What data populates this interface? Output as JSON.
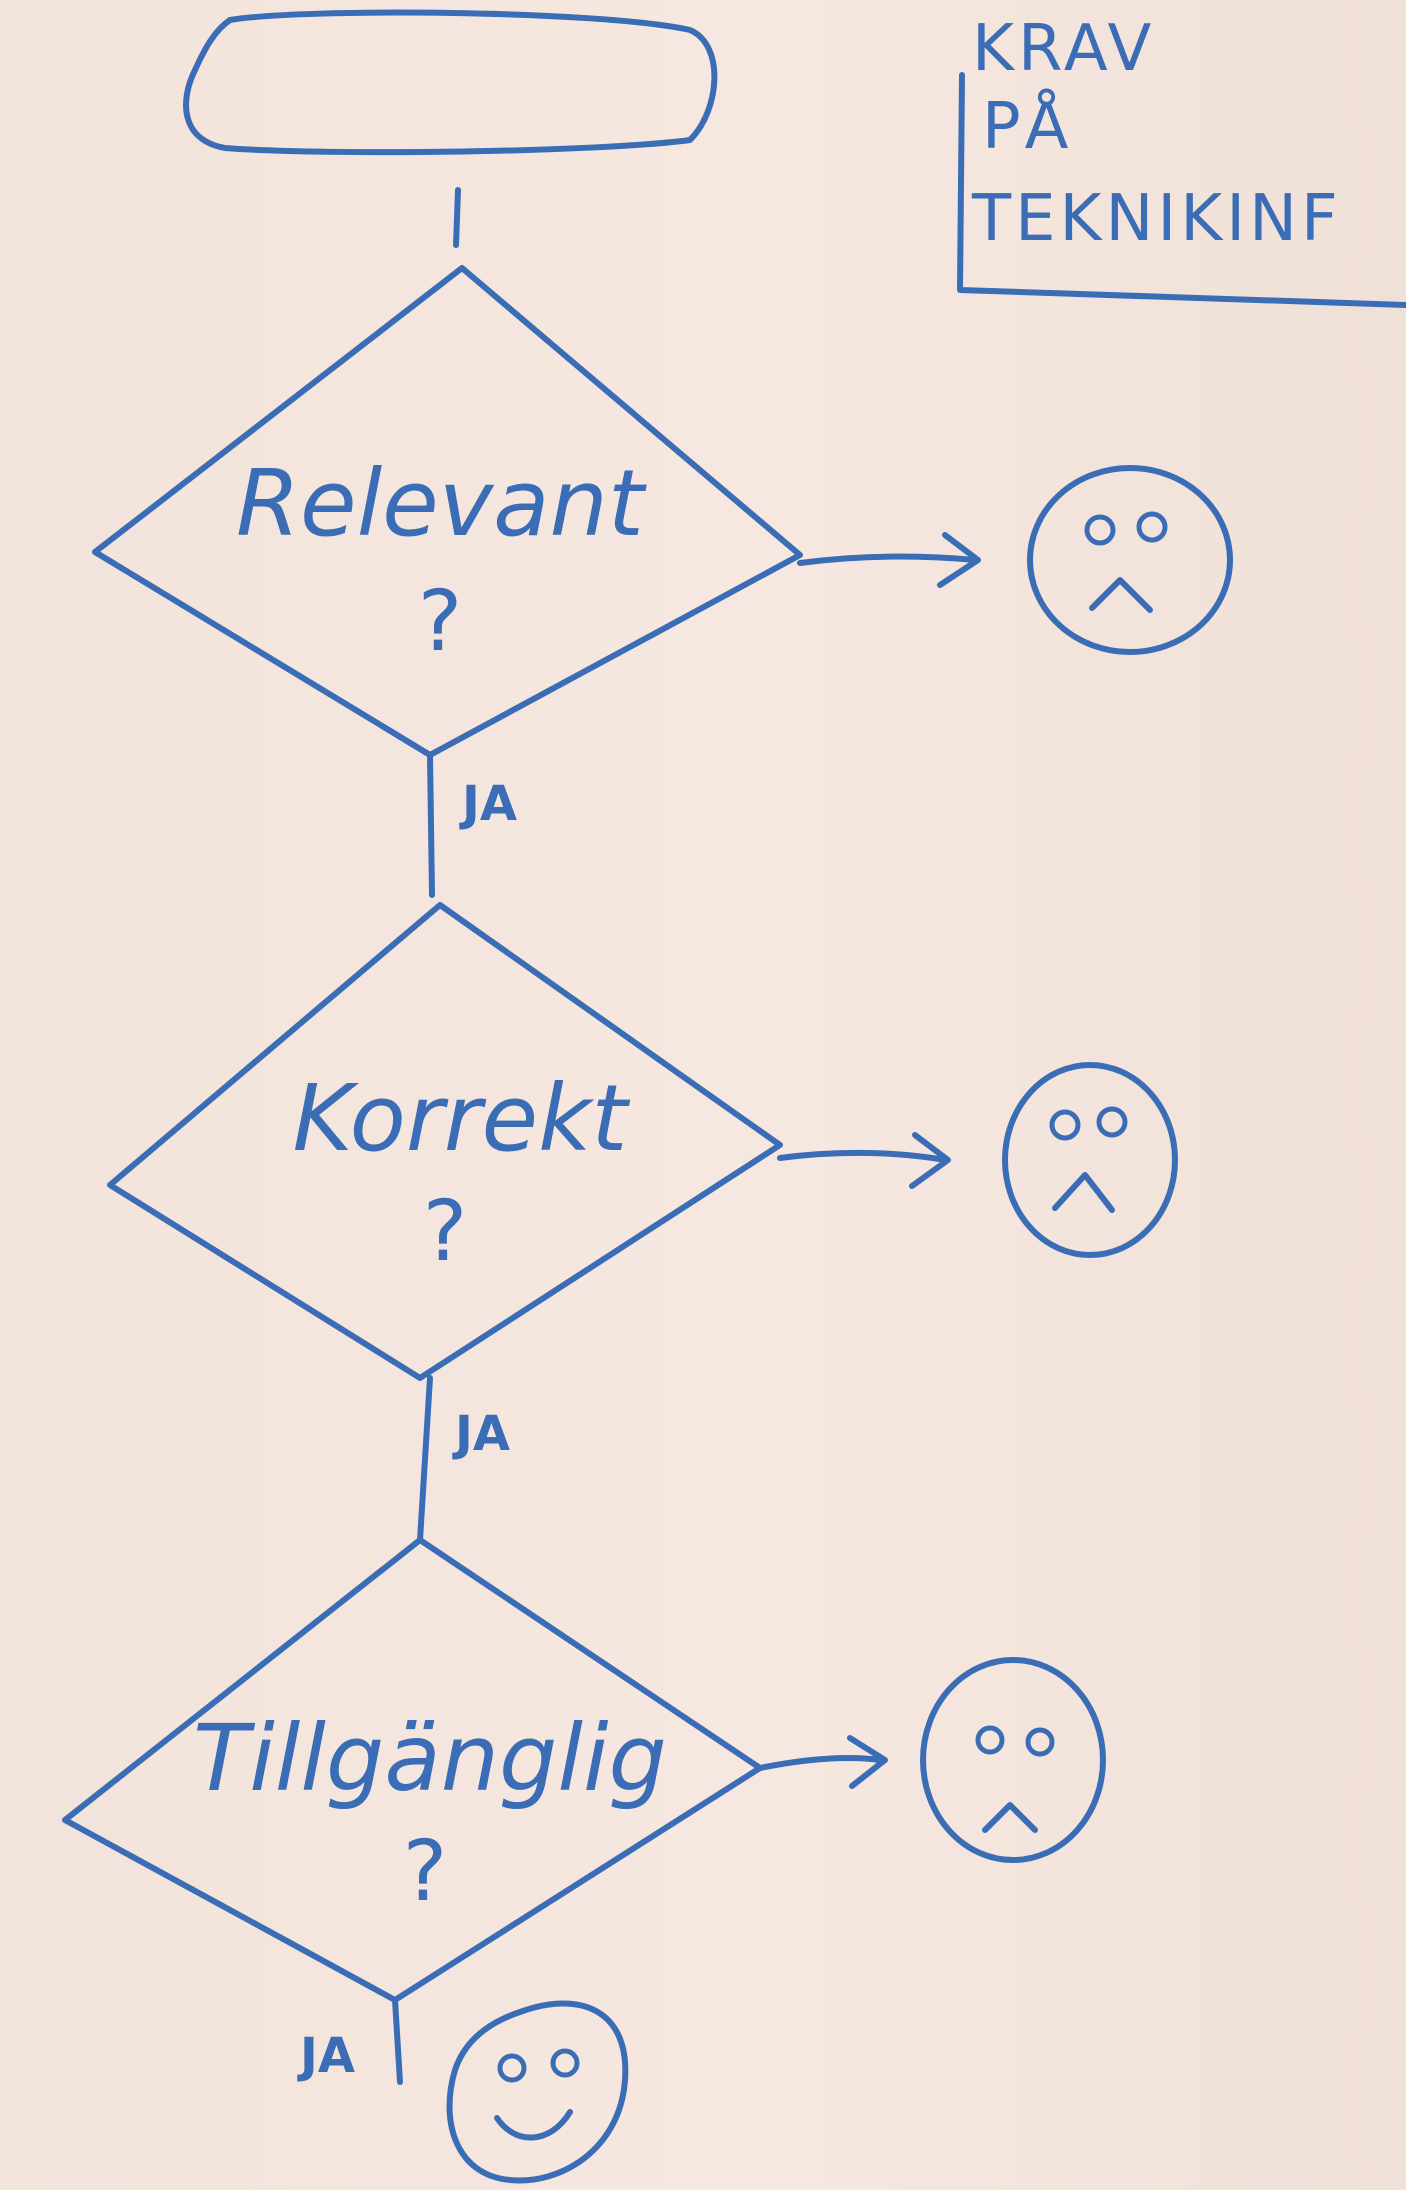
{
  "title": {
    "line1": "KRAV",
    "line2": "PÅ",
    "line3": "TEKNIKINF"
  },
  "decisions": [
    {
      "label": "Relevant",
      "question_mark": "?",
      "yes_label": "JA"
    },
    {
      "label": "Korrekt",
      "question_mark": "?",
      "yes_label": "JA"
    },
    {
      "label": "Tillgänglig",
      "question_mark": "?",
      "yes_label": "JA"
    }
  ],
  "colors": {
    "ink": "#3a6db5",
    "paper": "#f5e6de"
  },
  "icons": {
    "no_outcome": "sad-face-icon",
    "final_outcome": "happy-face-icon"
  }
}
